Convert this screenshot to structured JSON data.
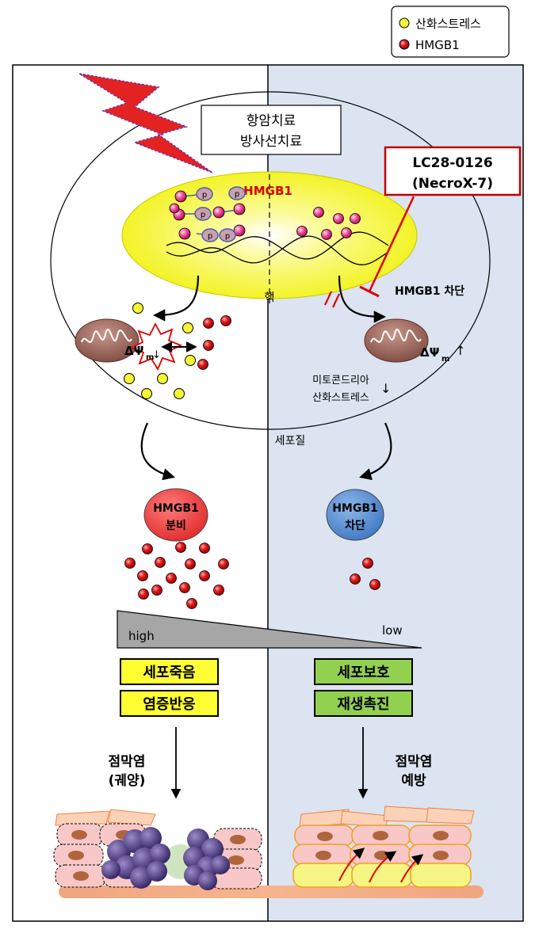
{
  "legend": {
    "oxidative_stress": "산화스트레스",
    "hmgb1": "HMGB1"
  },
  "therapy_box": {
    "line1": "항암치료",
    "line2": "방사선치료"
  },
  "drug_box": {
    "line1": "LC28-0126",
    "line2": "(NecroX-7)"
  },
  "labels": {
    "hmgb1_nucleus": "HMGB1",
    "phospho": "p",
    "nucleus": "핵",
    "hmgb1_block": "HMGB1 차단",
    "delta_psi": "ΔΨ",
    "delta_psi_sub": "m",
    "mito_stress_line1": "미토콘드리아",
    "mito_stress_line2": "산화스트레스",
    "cytoplasm": "세포질",
    "secretion_line1": "HMGB1",
    "secretion_line2": "분비",
    "block_line1": "HMGB1",
    "block_line2": "차단",
    "high": "high",
    "low": "low",
    "mucositis_line1": "점막염",
    "mucositis_line2": "(궤양)",
    "prevention_line1": "점막염",
    "prevention_line2": "예방",
    "arrow_down": "↓",
    "arrow_up": "↑"
  },
  "outcomes_left": [
    "세포죽음",
    "염증반응"
  ],
  "outcomes_right": [
    "세포보호",
    "재생촉진"
  ],
  "colors": {
    "right_panel": "#dbe4f0",
    "nucleus": "#f5f536",
    "yellow_particle": "#f5f536",
    "red_particle": "#d91f1f",
    "bolt": "#e52222",
    "drug_border": "#c00000",
    "outcome_left": "#ffff33",
    "outcome_right": "#92d050",
    "secretion_circle": "#ee3b3b",
    "block_circle": "#4a86d0",
    "triangle": "#a6a6a6"
  }
}
